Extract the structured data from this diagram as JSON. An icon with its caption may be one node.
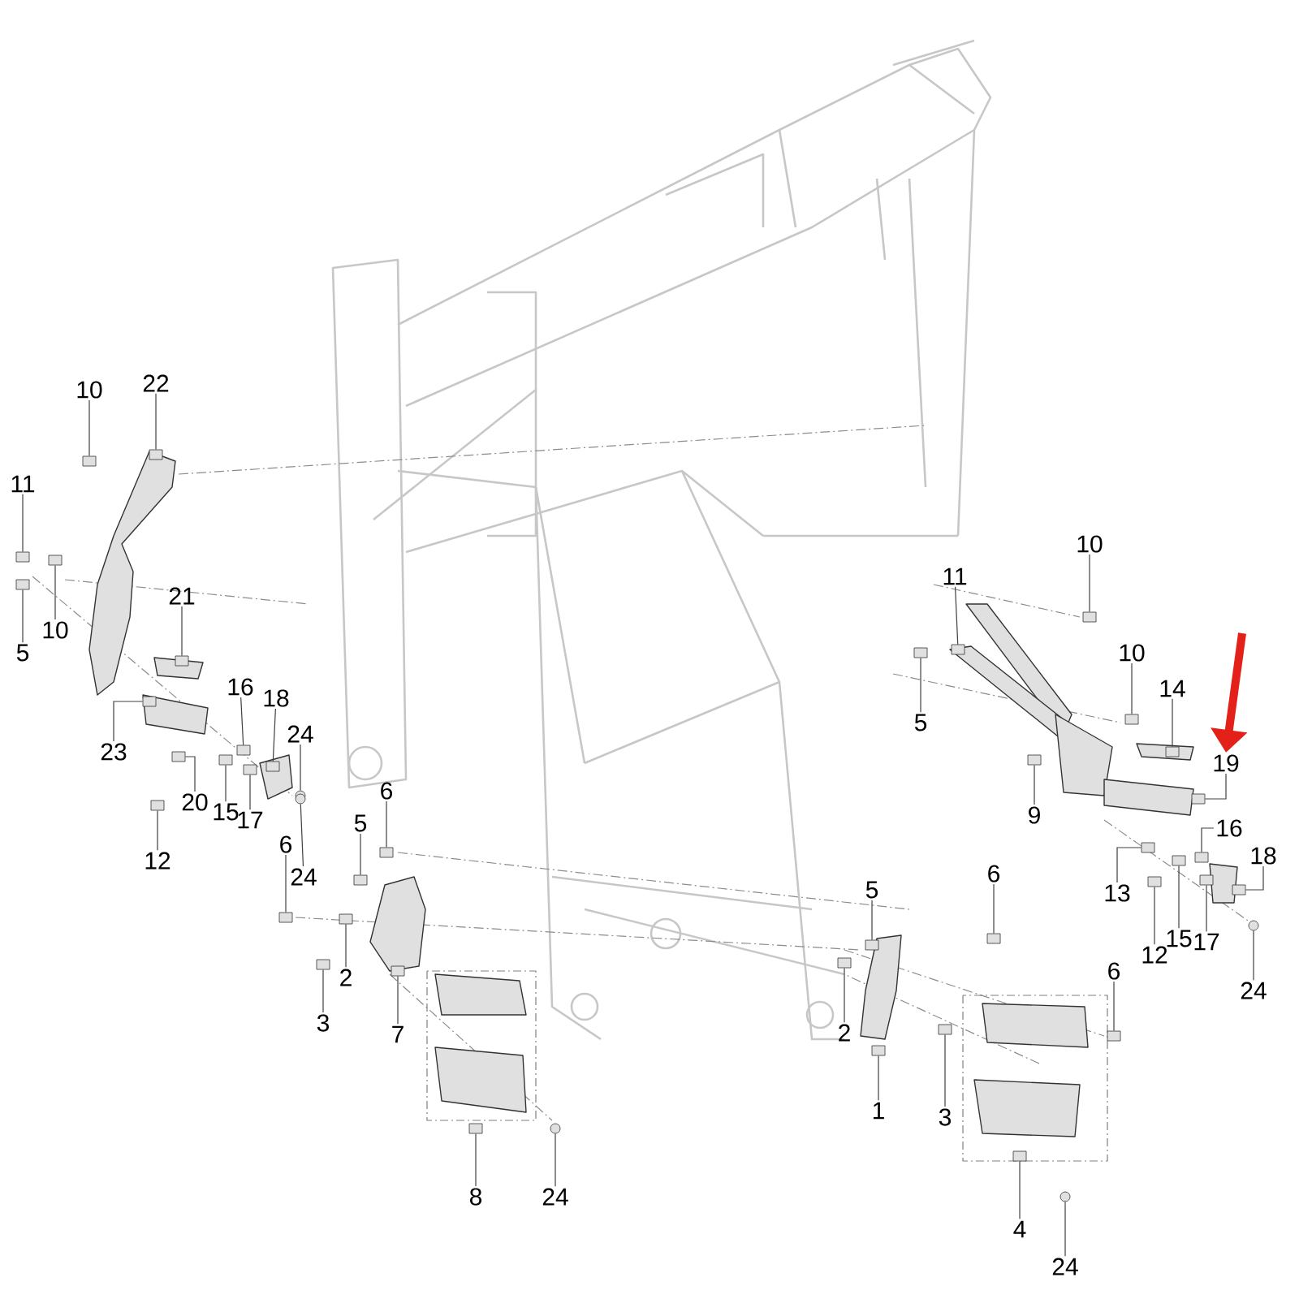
{
  "diagram": {
    "nodes": [
      {
        "text": [
          "22"
        ]
      },
      {
        "text": [
          "10"
        ]
      },
      {
        "text": [
          "11"
        ]
      },
      {
        "text": [
          "10"
        ]
      },
      {
        "text": [
          "11"
        ]
      },
      {
        "text": [
          "21"
        ]
      },
      {
        "text": [
          "10"
        ]
      },
      {
        "text": [
          "5"
        ]
      },
      {
        "text": [
          "10"
        ]
      },
      {
        "text": [
          "16"
        ]
      },
      {
        "text": [
          "14"
        ]
      },
      {
        "text": [
          "18"
        ]
      },
      {
        "text": [
          "5"
        ]
      },
      {
        "text": [
          "24"
        ]
      },
      {
        "text": [
          "23"
        ]
      },
      {
        "text": [
          "19"
        ]
      },
      {
        "text": [
          "6"
        ]
      },
      {
        "text": [
          "20"
        ]
      },
      {
        "text": [
          "15"
        ]
      },
      {
        "text": [
          "9"
        ]
      },
      {
        "text": [
          "17"
        ]
      },
      {
        "text": [
          "5"
        ]
      },
      {
        "text": [
          "16"
        ]
      },
      {
        "text": [
          "6"
        ]
      },
      {
        "text": [
          "18"
        ]
      },
      {
        "text": [
          "12"
        ]
      },
      {
        "text": [
          "6"
        ]
      },
      {
        "text": [
          "24"
        ]
      },
      {
        "text": [
          "5"
        ]
      },
      {
        "text": [
          "13"
        ]
      },
      {
        "text": [
          "15"
        ]
      },
      {
        "text": [
          "17"
        ]
      },
      {
        "text": [
          "12"
        ]
      },
      {
        "text": [
          "6"
        ]
      },
      {
        "text": [
          "2"
        ]
      },
      {
        "text": [
          "24"
        ]
      },
      {
        "text": [
          "3"
        ]
      },
      {
        "text": [
          "2"
        ]
      },
      {
        "text": [
          "7"
        ]
      },
      {
        "text": [
          "1"
        ]
      },
      {
        "text": [
          "3"
        ]
      },
      {
        "text": [
          "8"
        ]
      },
      {
        "text": [
          "24"
        ]
      },
      {
        "text": [
          "4"
        ]
      },
      {
        "text": [
          "24"
        ]
      },
      {
        "text": [],
        "shape": "box"
      },
      {
        "text": [],
        "shape": "box"
      },
      {
        "text": [],
        "shape": "box"
      },
      {
        "text": [],
        "shape": "box"
      },
      {
        "text": [],
        "shape": "box"
      },
      {
        "text": [],
        "shape": "box"
      },
      {
        "text": [],
        "shape": "box"
      },
      {
        "text": [],
        "shape": "box"
      },
      {
        "text": [],
        "shape": "box"
      },
      {
        "text": [],
        "shape": "box"
      },
      {
        "text": [],
        "shape": "box"
      },
      {
        "text": [],
        "shape": "box"
      },
      {
        "text": [],
        "shape": "box"
      },
      {
        "text": [],
        "shape": "circle"
      },
      {
        "text": [],
        "shape": "box"
      },
      {
        "text": [],
        "shape": "box"
      },
      {
        "text": [],
        "shape": "box"
      },
      {
        "text": [],
        "shape": "box"
      },
      {
        "text": [],
        "shape": "box"
      },
      {
        "text": [],
        "shape": "box"
      },
      {
        "text": [],
        "shape": "box"
      },
      {
        "text": [],
        "shape": "box"
      },
      {
        "text": [],
        "shape": "box"
      },
      {
        "text": [],
        "shape": "box"
      },
      {
        "text": [],
        "shape": "box"
      },
      {
        "text": [],
        "shape": "box"
      },
      {
        "text": [],
        "shape": "box"
      },
      {
        "text": [],
        "shape": "circle"
      },
      {
        "text": [],
        "shape": "box"
      },
      {
        "text": [],
        "shape": "box"
      },
      {
        "text": [],
        "shape": "box"
      },
      {
        "text": [],
        "shape": "box"
      },
      {
        "text": [],
        "shape": "box"
      },
      {
        "text": [],
        "shape": "box"
      },
      {
        "text": [],
        "shape": "box"
      },
      {
        "text": [],
        "shape": "circle"
      },
      {
        "text": [],
        "shape": "box"
      },
      {
        "text": [],
        "shape": "box"
      },
      {
        "text": [],
        "shape": "box"
      },
      {
        "text": [],
        "shape": "box"
      },
      {
        "text": [],
        "shape": "box"
      },
      {
        "text": [],
        "shape": "box"
      },
      {
        "text": [],
        "shape": "circle"
      },
      {
        "text": [],
        "shape": "box"
      },
      {
        "text": [],
        "shape": "circle"
      }
    ],
    "edges": [
      {
        "from": 0,
        "to": 45,
        "arrow": "none"
      },
      {
        "from": 1,
        "to": 46,
        "arrow": "none"
      },
      {
        "from": 2,
        "to": 47,
        "arrow": "none"
      },
      {
        "from": 3,
        "to": 48,
        "arrow": "none"
      },
      {
        "from": 4,
        "to": 49,
        "arrow": "none"
      },
      {
        "from": 5,
        "to": 50,
        "arrow": "none"
      },
      {
        "from": 6,
        "to": 51,
        "arrow": "none"
      },
      {
        "from": 7,
        "to": 52,
        "arrow": "none"
      },
      {
        "from": 8,
        "to": 53,
        "arrow": "none"
      },
      {
        "from": 9,
        "to": 54,
        "arrow": "none"
      },
      {
        "from": 10,
        "to": 55,
        "arrow": "none"
      },
      {
        "from": 11,
        "to": 56,
        "arrow": "none"
      },
      {
        "from": 12,
        "to": 57,
        "arrow": "none"
      },
      {
        "from": 13,
        "to": 58,
        "arrow": "none"
      },
      {
        "from": 14,
        "to": 59,
        "arrow": "none"
      },
      {
        "from": 15,
        "to": 60,
        "arrow": "none"
      },
      {
        "from": 16,
        "to": 61,
        "arrow": "none"
      },
      {
        "from": 17,
        "to": 62,
        "arrow": "none"
      },
      {
        "from": 18,
        "to": 63,
        "arrow": "none"
      },
      {
        "from": 19,
        "to": 64,
        "arrow": "none"
      },
      {
        "from": 20,
        "to": 65,
        "arrow": "none"
      },
      {
        "from": 21,
        "to": 66,
        "arrow": "none"
      },
      {
        "from": 22,
        "to": 67,
        "arrow": "none"
      },
      {
        "from": 23,
        "to": 68,
        "arrow": "none"
      },
      {
        "from": 24,
        "to": 69,
        "arrow": "none"
      },
      {
        "from": 25,
        "to": 70,
        "arrow": "none"
      },
      {
        "from": 26,
        "to": 71,
        "arrow": "none"
      },
      {
        "from": 27,
        "to": 72,
        "arrow": "none"
      },
      {
        "from": 28,
        "to": 73,
        "arrow": "none"
      },
      {
        "from": 29,
        "to": 74,
        "arrow": "none"
      },
      {
        "from": 30,
        "to": 75,
        "arrow": "none"
      },
      {
        "from": 31,
        "to": 76,
        "arrow": "none"
      },
      {
        "from": 32,
        "to": 77,
        "arrow": "none"
      },
      {
        "from": 33,
        "to": 78,
        "arrow": "none"
      },
      {
        "from": 34,
        "to": 79,
        "arrow": "none"
      },
      {
        "from": 35,
        "to": 80,
        "arrow": "none"
      },
      {
        "from": 36,
        "to": 81,
        "arrow": "none"
      },
      {
        "from": 37,
        "to": 82,
        "arrow": "none"
      },
      {
        "from": 38,
        "to": 83,
        "arrow": "none"
      },
      {
        "from": 39,
        "to": 84,
        "arrow": "none"
      },
      {
        "from": 40,
        "to": 85,
        "arrow": "none"
      },
      {
        "from": 41,
        "to": 86,
        "arrow": "none"
      },
      {
        "from": 42,
        "to": 87,
        "arrow": "none"
      },
      {
        "from": 43,
        "to": 88,
        "arrow": "none"
      },
      {
        "from": 44,
        "to": 89,
        "arrow": "none"
      },
      {
        "from": null,
        "to": 15,
        "arrow": "to",
        "style": "thick",
        "color": "#e32119"
      }
    ]
  }
}
